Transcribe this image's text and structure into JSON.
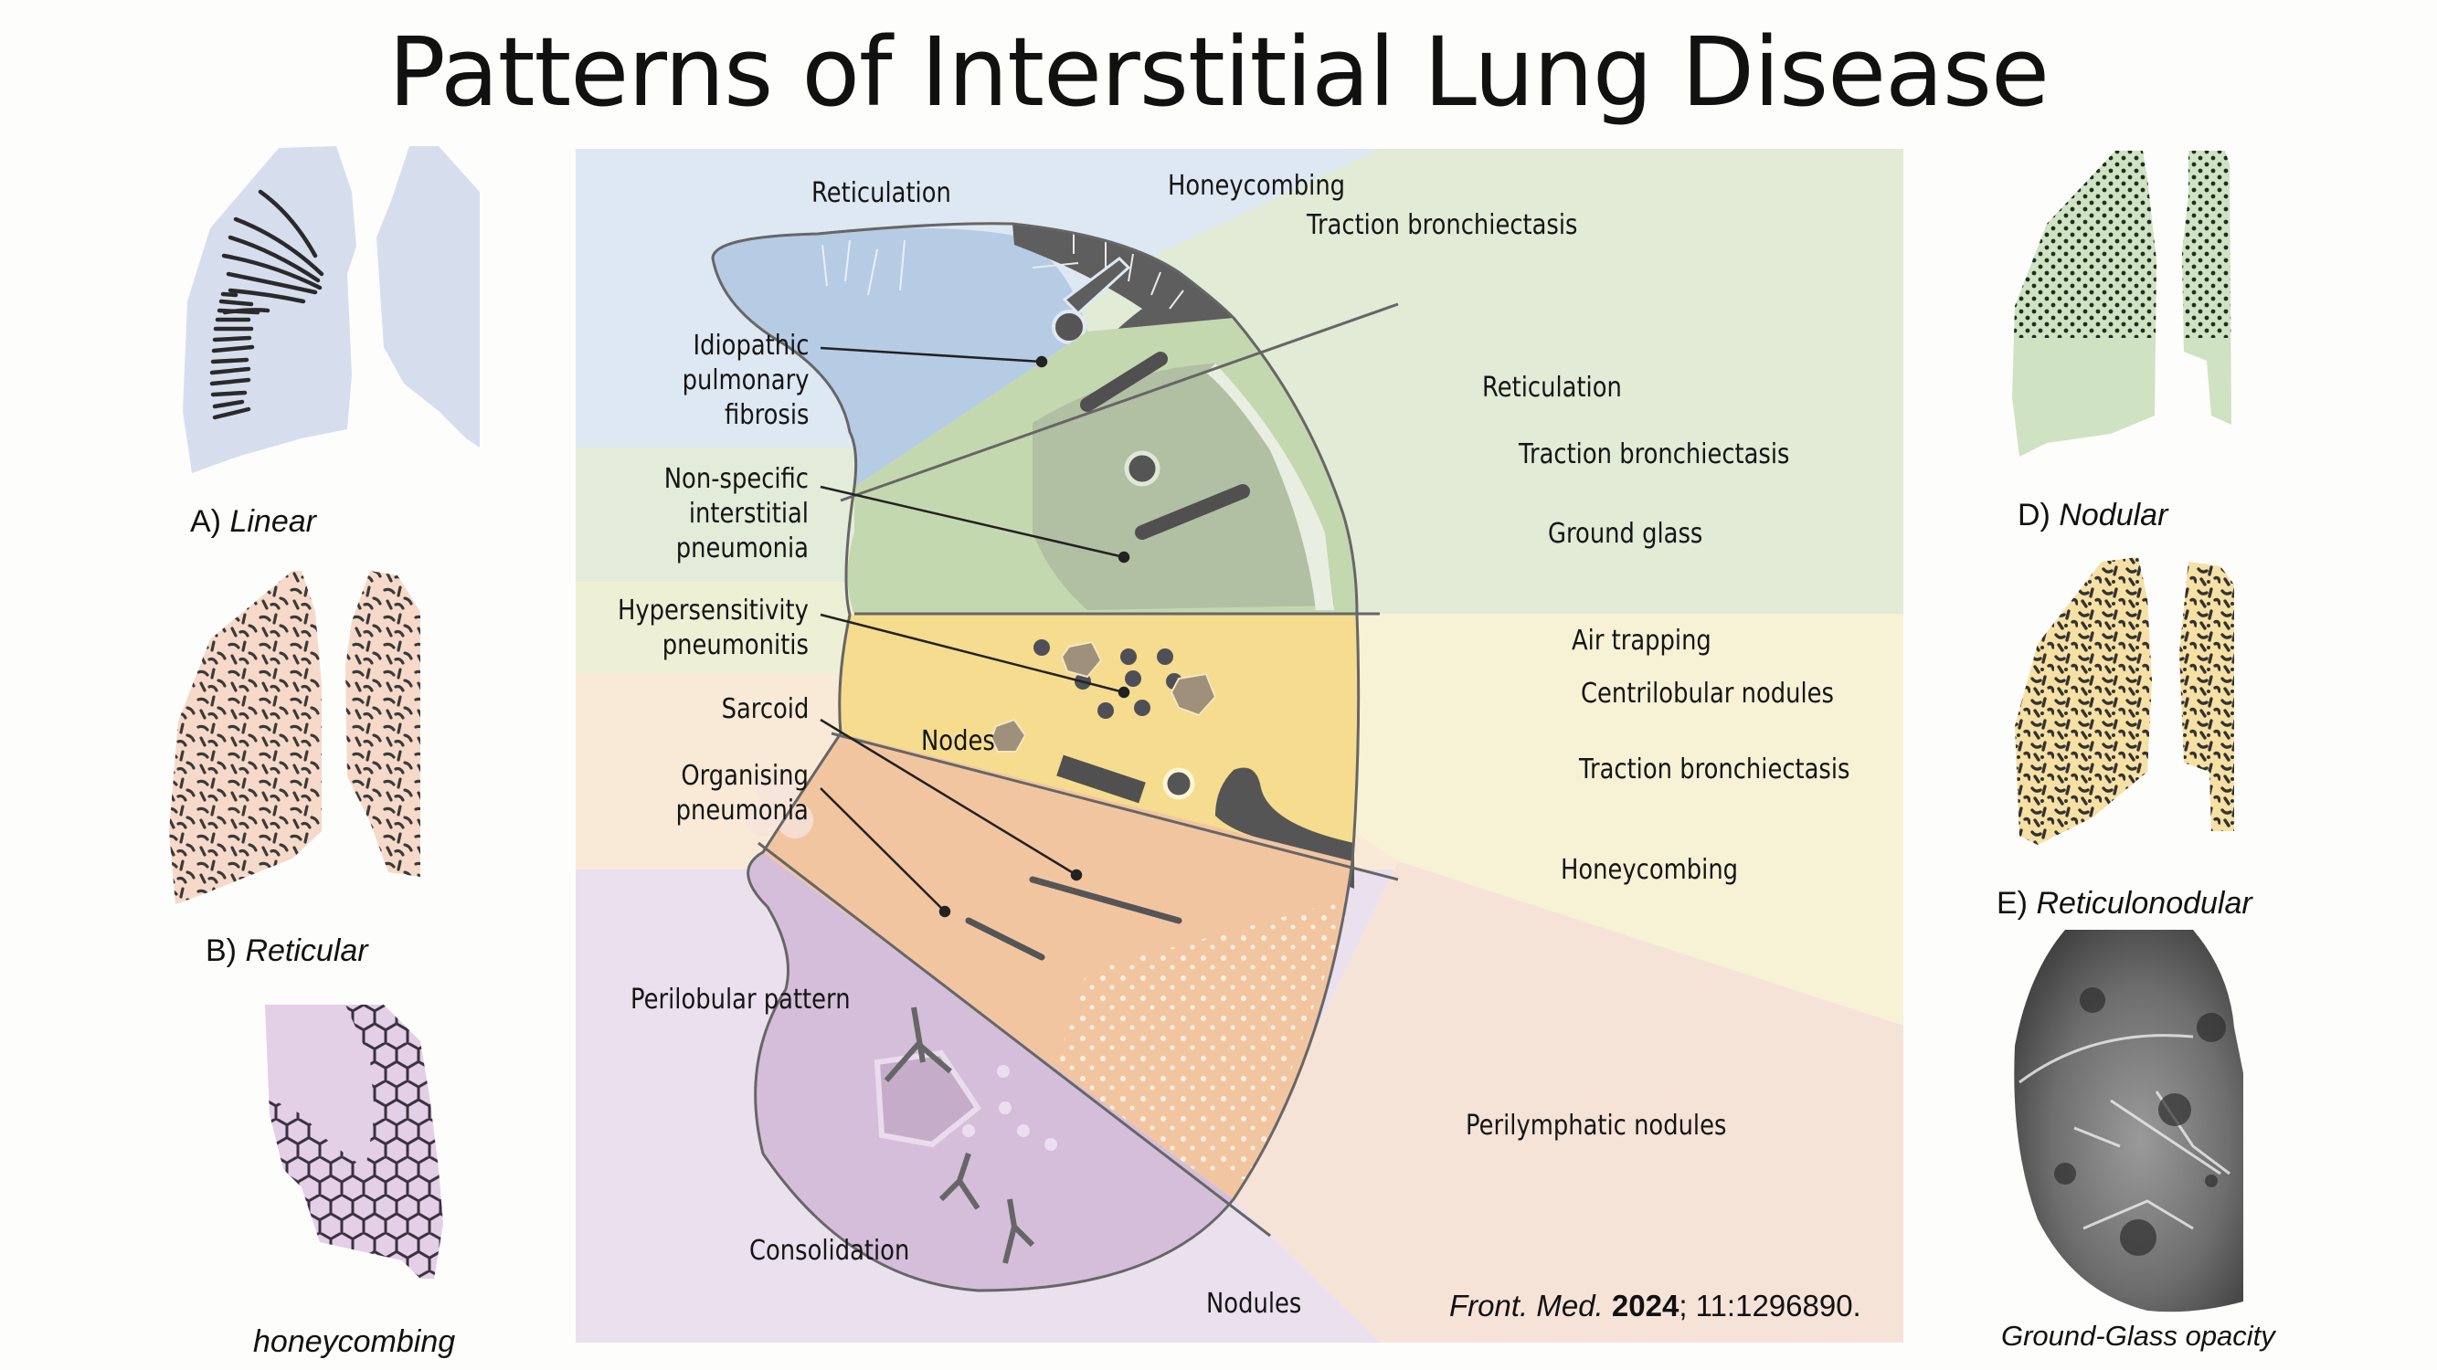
{
  "title": "Patterns of Interstitial Lung Disease",
  "colors": {
    "band_ipf": "#dde8f3",
    "band_nsip": "#e3ecd8",
    "band_hp": "#eef0d6",
    "band_sarcoid": "#f8ead6",
    "band_op": "#ebe0ee",
    "right_green": "#e1ebd6",
    "right_yellow": "#f7f1d6",
    "right_peach": "#f6e3d8",
    "lobe_ipf": "#b6cbe4",
    "lobe_nsip": "#c4d8b0",
    "lobe_hp": "#f5dc8e",
    "lobe_sarcoid": "#f2c5a1",
    "lobe_op": "#d4bed9",
    "fibrosis_dark": "#5e5e5e"
  },
  "left_panels": [
    {
      "letter": "A)",
      "name": "Linear",
      "color": "#d6deee"
    },
    {
      "letter": "B)",
      "name": "Reticular",
      "color": "#f6d9c8"
    },
    {
      "letter": "",
      "name": "honeycombing",
      "color": "#e3cfe6"
    }
  ],
  "right_panels": [
    {
      "letter": "D)",
      "name": "Nodular",
      "color": "#cfe2c2"
    },
    {
      "letter": "E)",
      "name": "Reticulonodular",
      "color": "#f6e0a4"
    },
    {
      "letter": "",
      "name": "Ground-Glass opacity"
    }
  ],
  "diagram": {
    "disease_labels": {
      "ipf": [
        "Idiopathic",
        "pulmonary",
        "fibrosis"
      ],
      "nsip": [
        "Non-specific",
        "interstitial",
        "pneumonia"
      ],
      "hp": [
        "Hypersensitivity",
        "pneumonitis"
      ],
      "sarcoid": [
        "Sarcoid"
      ],
      "op": [
        "Organising",
        "pneumonia"
      ]
    },
    "feature_labels": {
      "reticulation_top": "Reticulation",
      "honeycombing_top": "Honeycombing",
      "traction_top": "Traction bronchiectasis",
      "reticulation_nsip": "Reticulation",
      "traction_nsip": "Traction bronchiectasis",
      "ground_glass": "Ground glass",
      "air_trapping": "Air trapping",
      "centrilobular": "Centrilobular nodules",
      "traction_hp": "Traction bronchiectasis",
      "honeycombing_hp": "Honeycombing",
      "nodes": "Nodes",
      "perilymphatic": "Perilymphatic nodules",
      "perilobular": "Perilobular pattern",
      "consolidation": "Consolidation",
      "nodules": "Nodules"
    },
    "citation": {
      "journal": "Front. Med.",
      "year": "2024",
      "rest": "; 11:1296890."
    }
  }
}
